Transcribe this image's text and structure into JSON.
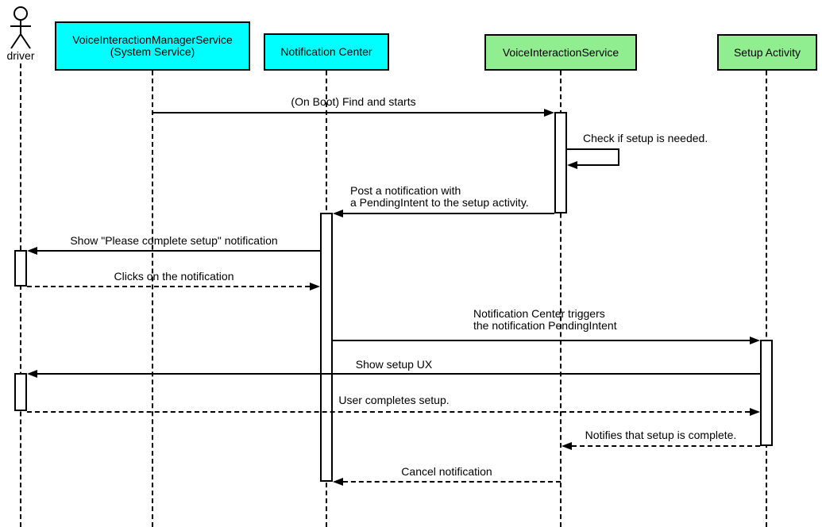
{
  "diagram": {
    "type": "uml-sequence",
    "background": "#ffffff",
    "stroke_color": "#000000",
    "text_color": "#000000",
    "system_fill": "#00ffff",
    "app_fill": "#90ee90"
  },
  "actor": {
    "label": "driver"
  },
  "participants": [
    {
      "id": "vims",
      "label": "VoiceInteractionManagerService\n(System Service)",
      "fill": "#00ffff"
    },
    {
      "id": "nc",
      "label": "Notification Center",
      "fill": "#00ffff"
    },
    {
      "id": "vis",
      "label": "VoiceInteractionService",
      "fill": "#90ee90"
    },
    {
      "id": "sa",
      "label": "Setup Activity",
      "fill": "#90ee90"
    }
  ],
  "messages": [
    {
      "from": "VoiceInteractionManagerService",
      "to": "VoiceInteractionService",
      "line": "solid",
      "label": "(On Boot) Find and starts"
    },
    {
      "from": "VoiceInteractionService",
      "to": "VoiceInteractionService",
      "line": "solid",
      "label": "Check if setup is needed."
    },
    {
      "from": "VoiceInteractionService",
      "to": "Notification Center",
      "line": "solid",
      "label": "Post a notification with\na PendingIntent to the setup activity."
    },
    {
      "from": "Notification Center",
      "to": "driver",
      "line": "solid",
      "label": "Show \"Please complete setup\" notification"
    },
    {
      "from": "driver",
      "to": "Notification Center",
      "line": "dashed",
      "label": "Clicks on the notification"
    },
    {
      "from": "Notification Center",
      "to": "Setup Activity",
      "line": "solid",
      "label": "Notification Center triggers\nthe notification PendingIntent"
    },
    {
      "from": "Setup Activity",
      "to": "driver",
      "line": "solid",
      "label": "Show setup UX"
    },
    {
      "from": "driver",
      "to": "Setup Activity",
      "line": "dashed",
      "label": "User completes setup."
    },
    {
      "from": "Setup Activity",
      "to": "VoiceInteractionService",
      "line": "dashed",
      "label": "Notifies that setup is complete."
    },
    {
      "from": "VoiceInteractionService",
      "to": "Notification Center",
      "line": "dashed",
      "label": "Cancel notification"
    }
  ]
}
